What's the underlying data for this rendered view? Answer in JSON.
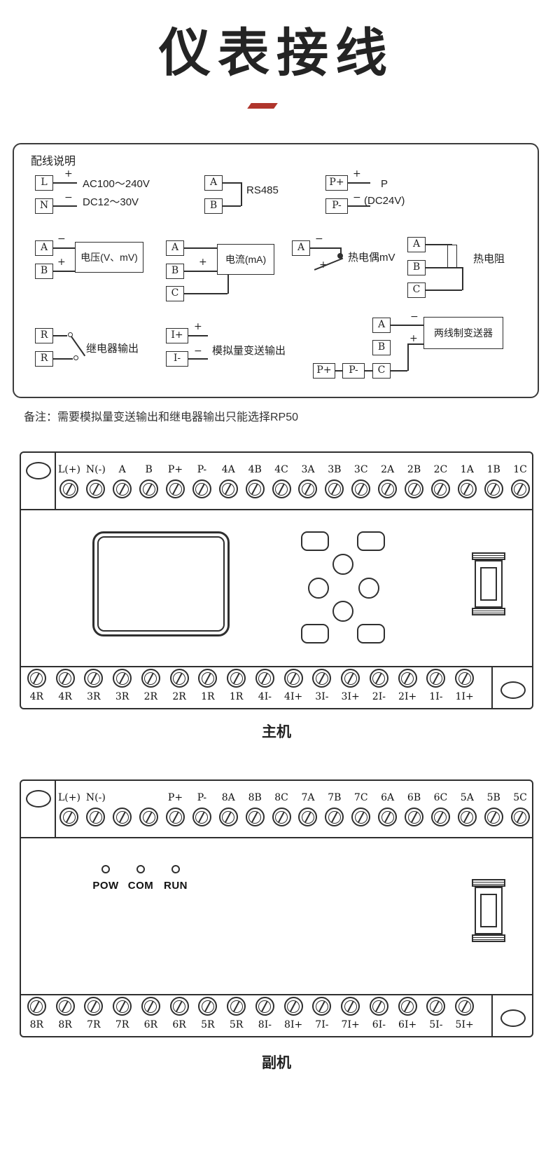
{
  "page": {
    "title": "仪表接线",
    "note": "备注：需要模拟量变送输出和继电器输出只能选择RP50"
  },
  "colors": {
    "accent": "#b0352c",
    "line": "#2f2f2f"
  },
  "wiring": {
    "title": "配线说明",
    "plus": "+",
    "minus": "−",
    "power": {
      "t1": "L",
      "t2": "N",
      "line1": "AC100～240V",
      "line2": "DC12～30V"
    },
    "rs485": {
      "t1": "A",
      "t2": "B",
      "label": "RS485"
    },
    "p24": {
      "t1": "P+",
      "t2": "P-",
      "label1": "P",
      "label2": "(DC24V)"
    },
    "voltage": {
      "t1": "A",
      "t2": "B",
      "label": "电压(V、mV)"
    },
    "current": {
      "t1": "A",
      "t2": "B",
      "t3": "C",
      "label": "电流(mA)"
    },
    "tc": {
      "t1": "A",
      "label": "热电偶mV"
    },
    "rtd": {
      "t1": "A",
      "t2": "B",
      "t3": "C",
      "label": "热电阻"
    },
    "relay": {
      "t1": "R",
      "t2": "R",
      "label": "继电器输出"
    },
    "analog": {
      "t1": "I+",
      "t2": "I-",
      "label": "模拟量变送输出"
    },
    "trans": {
      "t1": "A",
      "t2": "B",
      "t3": "C",
      "t4": "P+",
      "t5": "P-",
      "label": "两线制变送器"
    }
  },
  "main_unit": {
    "caption": "主机",
    "top_terminals": [
      "L(+)",
      "N(-)",
      "A",
      "B",
      "P+",
      "P-",
      "4A",
      "4B",
      "4C",
      "3A",
      "3B",
      "3C",
      "2A",
      "2B",
      "2C",
      "1A",
      "1B",
      "1C"
    ],
    "bottom_terminals": [
      "4R",
      "4R",
      "3R",
      "3R",
      "2R",
      "2R",
      "1R",
      "1R",
      "4I-",
      "4I+",
      "3I-",
      "3I+",
      "2I-",
      "2I+",
      "1I-",
      "1I+"
    ]
  },
  "sub_unit": {
    "caption": "副机",
    "top_terminals": [
      "L(+)",
      "N(-)",
      "",
      "",
      "P+",
      "P-",
      "8A",
      "8B",
      "8C",
      "7A",
      "7B",
      "7C",
      "6A",
      "6B",
      "6C",
      "5A",
      "5B",
      "5C"
    ],
    "leds": [
      "POW",
      "COM",
      "RUN"
    ],
    "bottom_terminals": [
      "8R",
      "8R",
      "7R",
      "7R",
      "6R",
      "6R",
      "5R",
      "5R",
      "8I-",
      "8I+",
      "7I-",
      "7I+",
      "6I-",
      "6I+",
      "5I-",
      "5I+"
    ]
  }
}
